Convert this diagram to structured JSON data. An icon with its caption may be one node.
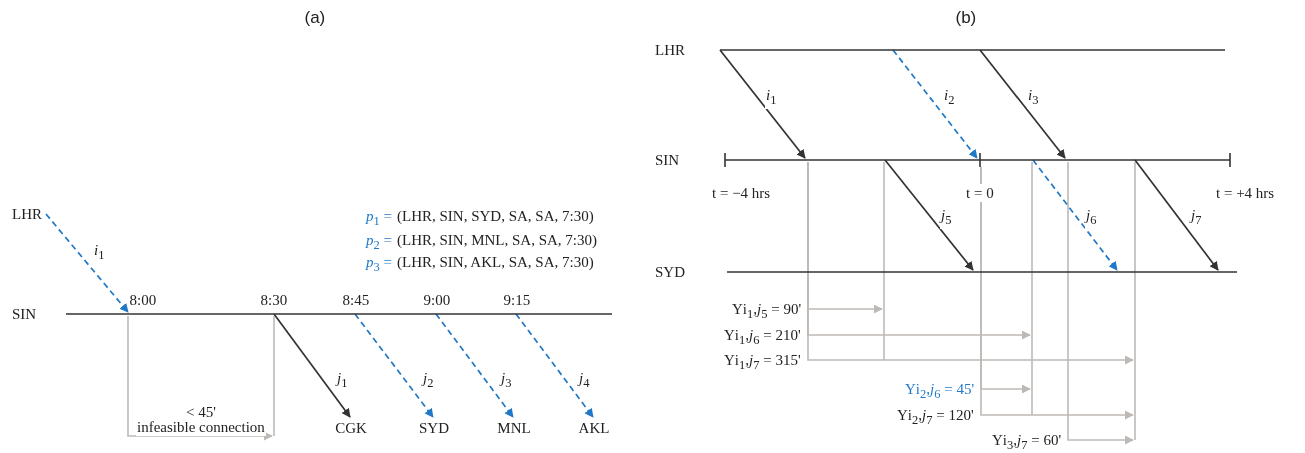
{
  "diagram": {
    "nodes": [
      {
        "text": [
          "LHR"
        ]
      },
      {
        "text": [
          "SIN"
        ]
      },
      {
        "text": [
          "CGK"
        ]
      },
      {
        "text": [
          "SYD"
        ]
      },
      {
        "text": [
          "MNL"
        ]
      },
      {
        "text": [
          "AKL"
        ]
      },
      {
        "text": [
          "LHR"
        ]
      },
      {
        "text": [
          "SIN"
        ]
      },
      {
        "text": [
          "SYD"
        ]
      }
    ],
    "edges": [
      {
        "from": 0,
        "to": 1,
        "arrow": "to",
        "label": "*i*$_{1}$",
        "style": "dashed",
        "color": "#1f78c8"
      },
      {
        "from": 1,
        "to": 2,
        "arrow": "to",
        "label": "*j*$_{1}$",
        "color": "#333333"
      },
      {
        "from": 1,
        "to": 3,
        "arrow": "to",
        "label": "*j*$_{2}$",
        "style": "dashed",
        "color": "#1f78c8"
      },
      {
        "from": 1,
        "to": 4,
        "arrow": "to",
        "label": "*j*$_{3}$",
        "style": "dashed",
        "color": "#1f78c8"
      },
      {
        "from": 1,
        "to": 5,
        "arrow": "to",
        "label": "*j*$_{4}$",
        "style": "dashed",
        "color": "#1f78c8"
      },
      {
        "from": 6,
        "to": 7,
        "arrow": "to",
        "label": "*i*$_{1}$",
        "color": "#333333"
      },
      {
        "from": 6,
        "to": 7,
        "arrow": "to",
        "label": "*i*$_{2}$",
        "style": "dashed",
        "color": "#1f78c8"
      },
      {
        "from": 6,
        "to": 7,
        "arrow": "to",
        "label": "*i*$_{3}$",
        "color": "#333333"
      },
      {
        "from": 7,
        "to": 8,
        "arrow": "to",
        "label": "*j*$_{5}$",
        "color": "#333333"
      },
      {
        "from": 7,
        "to": 8,
        "arrow": "to",
        "label": "*j*$_{6}$",
        "style": "dashed",
        "color": "#1f78c8"
      },
      {
        "from": 7,
        "to": 8,
        "arrow": "to",
        "label": "*j*$_{7}$",
        "color": "#333333"
      }
    ],
    "labels": [
      "(a)",
      "(b)",
      "*p*$_{1}$ =",
      "(LHR, SIN, SYD, SA, SA, 7:30)",
      "*p*$_{2}$ =",
      "(LHR, SIN, MNL, SA, SA, 7:30)",
      "*p*$_{3}$ =",
      "(LHR, SIN, AKL, SA, SA, 7:30)",
      "8:00",
      "8:30",
      "8:45",
      "9:00",
      "9:15",
      "< 45'",
      "infeasible connection",
      "t = −4 hrs",
      "t = 0",
      "t = +4 hrs",
      "Υi$_{1}$,*j*$_{5}$ = 90'",
      "Υi$_{1}$,*j*$_{6}$ = 210'",
      "Υi$_{1}$,*j*$_{7}$ = 315'",
      "Υi$_{2}$,*j*$_{6}$ = 45'",
      "Υi$_{2}$,*j*$_{7}$ = 120'",
      "Υi$_{3}$,*j*$_{7}$ = 60'"
    ]
  }
}
